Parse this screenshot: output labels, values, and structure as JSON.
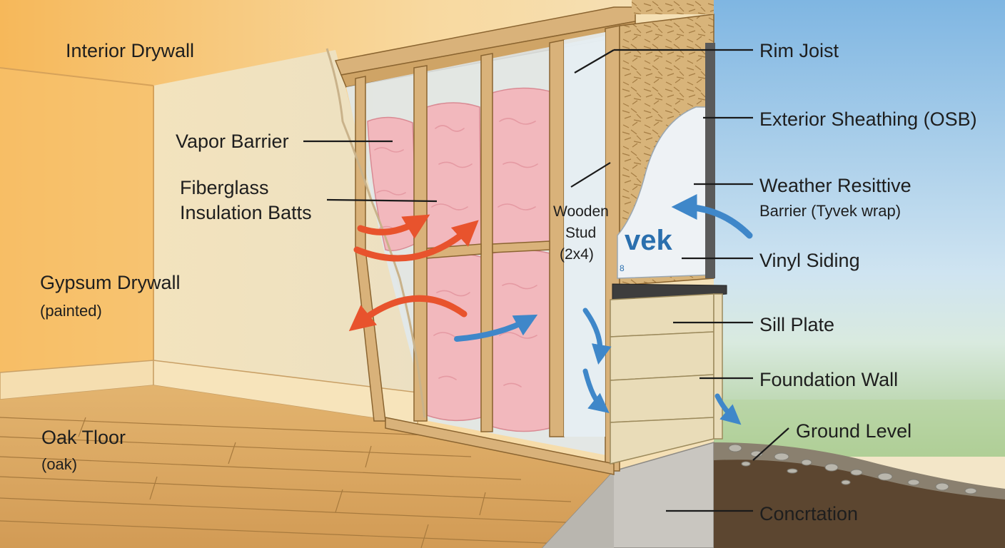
{
  "labels": {
    "interior_drywall": "Interior Drywall",
    "vapor_barrier": "Vapor Barrier",
    "fiberglass_line1": "Fiberglass",
    "fiberglass_line2": "Insulation Batts",
    "gypsum_line1": "Gypsum Drywall",
    "gypsum_line2": "(painted)",
    "oak_line1": "Oak Tloor",
    "oak_line2": "(oak)",
    "stud_line1": "Wooden",
    "stud_line2": "Stud",
    "stud_line3": "(2x4)",
    "rim_joist": "Rim Joist",
    "exterior_sheathing": "Exterior Sheathing (OSB)",
    "wrb_line1": "Weather Resittive",
    "wrb_line2": "Barrier (Tyvek wrap)",
    "vinyl_siding": "Vinyl Siding",
    "sill_plate": "Sill Plate",
    "foundation_wall": "Foundation Wall",
    "ground_level": "Ground Level",
    "concrete": "Concrtation",
    "tyvek_logo": "vek",
    "tyvek_small": "8"
  },
  "colors": {
    "warm_wall": "#f6c877",
    "sky": "#9cc8e6",
    "lumber": "#d9b27a",
    "insulation": "#f2b8bd",
    "heat_arrow": "#e8532d",
    "cold_arrow": "#3f87c9",
    "tyvek_blue": "#2a6fae",
    "concrete": "#c9c6c0"
  },
  "icons": {
    "heat_flow": "red-curved-arrow",
    "moisture_flow": "blue-curved-arrow"
  }
}
